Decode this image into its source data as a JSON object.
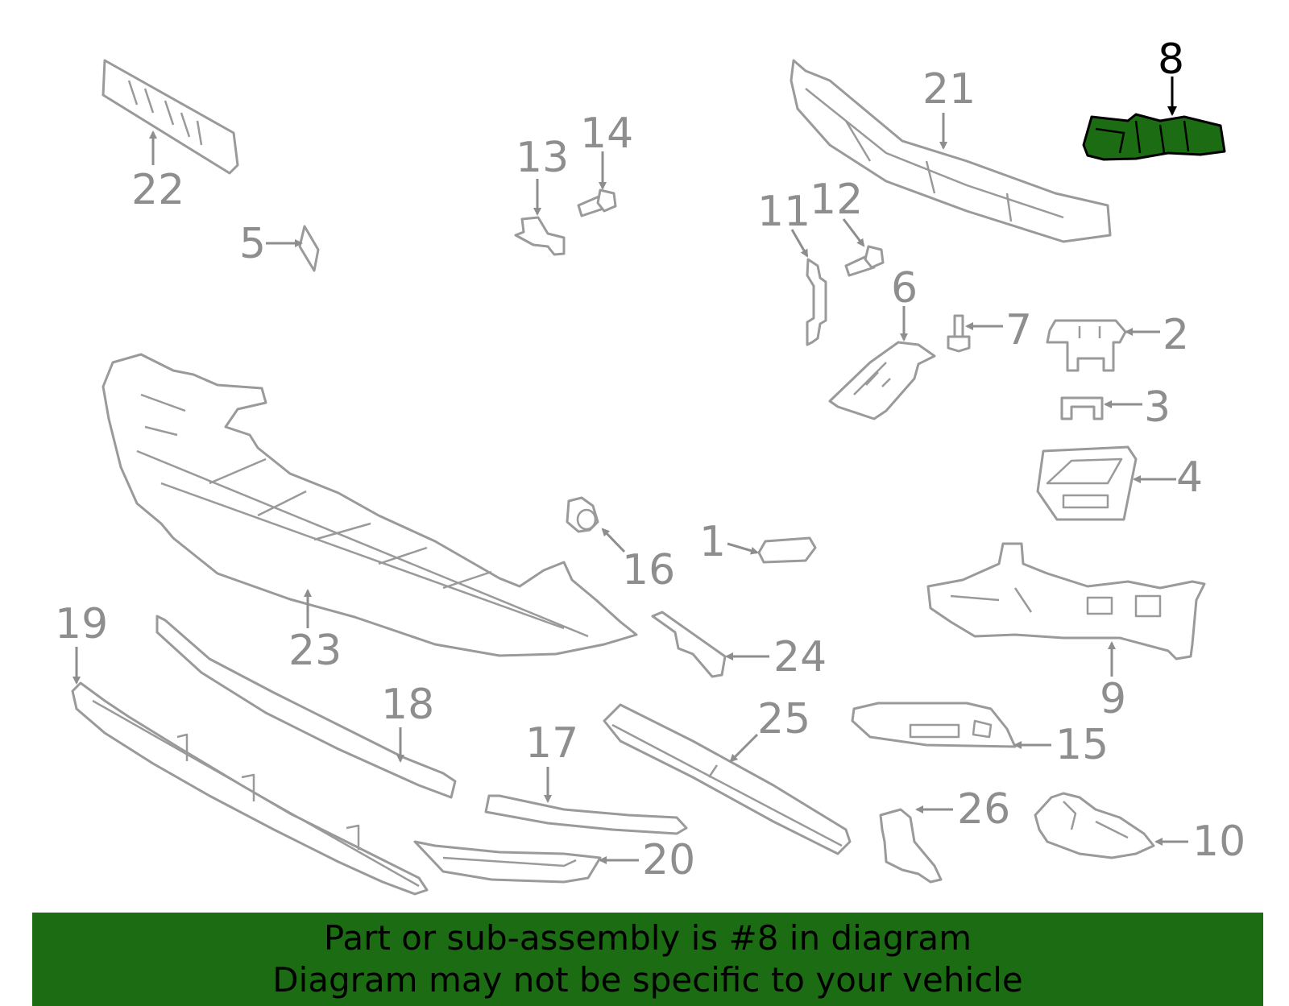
{
  "colors": {
    "highlight": "#1b6c12",
    "banner": "#1b6c12",
    "outline": "#9a9a9a",
    "label": "#8e8e8e",
    "selected_label": "#000000"
  },
  "diagram": {
    "selected_part": "8",
    "labels": {
      "p1": "1",
      "p2": "2",
      "p3": "3",
      "p4": "4",
      "p5": "5",
      "p6": "6",
      "p7": "7",
      "p8": "8",
      "p9": "9",
      "p10": "10",
      "p11": "11",
      "p12": "12",
      "p13": "13",
      "p14": "14",
      "p15": "15",
      "p16": "16",
      "p17": "17",
      "p18": "18",
      "p19": "19",
      "p20": "20",
      "p21": "21",
      "p22": "22",
      "p23": "23",
      "p24": "24",
      "p25": "25",
      "p26": "26"
    }
  },
  "banner": {
    "line1": "Part or sub-assembly is #8 in diagram",
    "line2": "Diagram may not be specific to your vehicle"
  }
}
